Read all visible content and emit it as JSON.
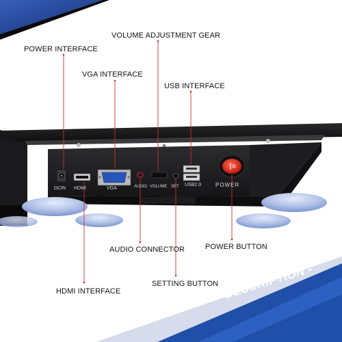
{
  "labels": {
    "power_interface": "POWER INTERFACE",
    "volume_gear": "VOLUME ADJUSTMENT GEAR",
    "vga_interface": "VGA INTERFACE",
    "usb_interface": "USB  INTERFACE",
    "audio_connector": "AUDIO CONNECTOR",
    "power_button": "POWER BUTTON",
    "setting_button": "SETTING BUTTON",
    "hdmi_interface": "HDMI INTERFACE"
  },
  "panel": {
    "dcin": "DCIN",
    "hdmi": "HDMI",
    "vga": "VGA",
    "audio": "AUDIO",
    "volume": "VOLUME",
    "set": "SET",
    "usb": "USB2.0",
    "power": "POWER"
  },
  "banner": {
    "text": "- DESCRIPTION -"
  },
  "colors": {
    "callout_line": "#c9302c",
    "banner": "#1f4fa8",
    "panel": "#1b1b1d",
    "power_button": "#e0271f"
  }
}
